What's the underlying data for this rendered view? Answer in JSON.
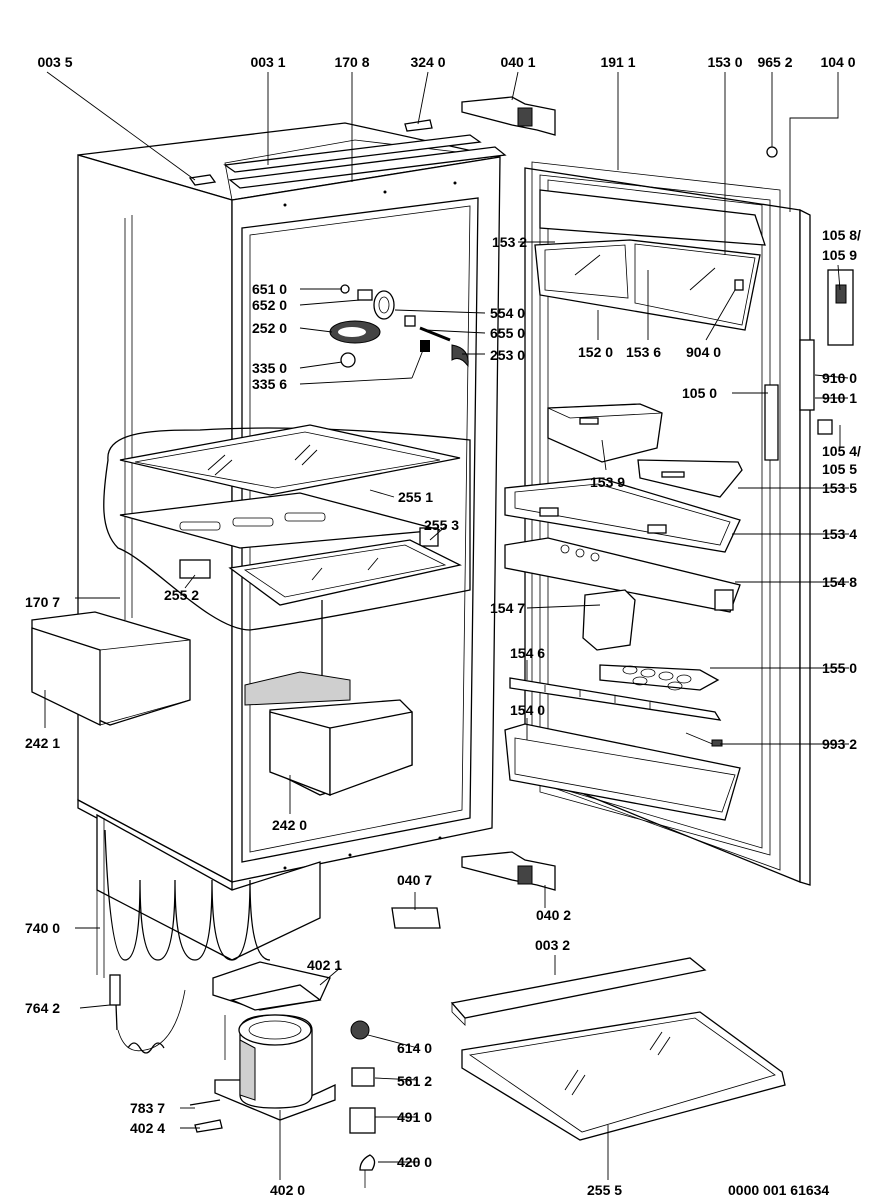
{
  "document_number": "0000 001 61634",
  "part_labels": {
    "p0035": "003 5",
    "p0031": "003 1",
    "p1708": "170 8",
    "p3240": "324 0",
    "p0401": "040 1",
    "p1911": "191 1",
    "p1530": "153 0",
    "p9652": "965 2",
    "p1040": "104 0",
    "p1532": "153 2",
    "p1058": "105 8/",
    "p1059": "105 9",
    "p6510": "651 0",
    "p6520": "652 0",
    "p5540": "554 0",
    "p2520": "252 0",
    "p6550": "655 0",
    "p2530": "253 0",
    "p3350": "335 0",
    "p3356": "335 6",
    "p1520": "152 0",
    "p1536": "153 6",
    "p9040": "904 0",
    "p9100": "910 0",
    "p1050": "105 0",
    "p9101": "910 1",
    "p1054": "105 4/",
    "p1055": "105 5",
    "p1539": "153 9",
    "p1535": "153 5",
    "p2551": "255 1",
    "p2553": "255 3",
    "p1534": "153 4",
    "p2552": "255 2",
    "p1548": "154 8",
    "p1707": "170 7",
    "p1547": "154 7",
    "p1546": "154 6",
    "p1550": "155 0",
    "p1540": "154 0",
    "p2421": "242 1",
    "p9932": "993 2",
    "p2420": "242 0",
    "p0407": "040 7",
    "p0402": "040 2",
    "p7400": "740 0",
    "p0032": "003 2",
    "p4021": "402 1",
    "p7642": "764 2",
    "p6140": "614 0",
    "p5612": "561 2",
    "p7837": "783 7",
    "p4024": "402 4",
    "p4910": "491 0",
    "p4200": "420 0",
    "p4020": "402 0",
    "p2555": "255 5"
  }
}
